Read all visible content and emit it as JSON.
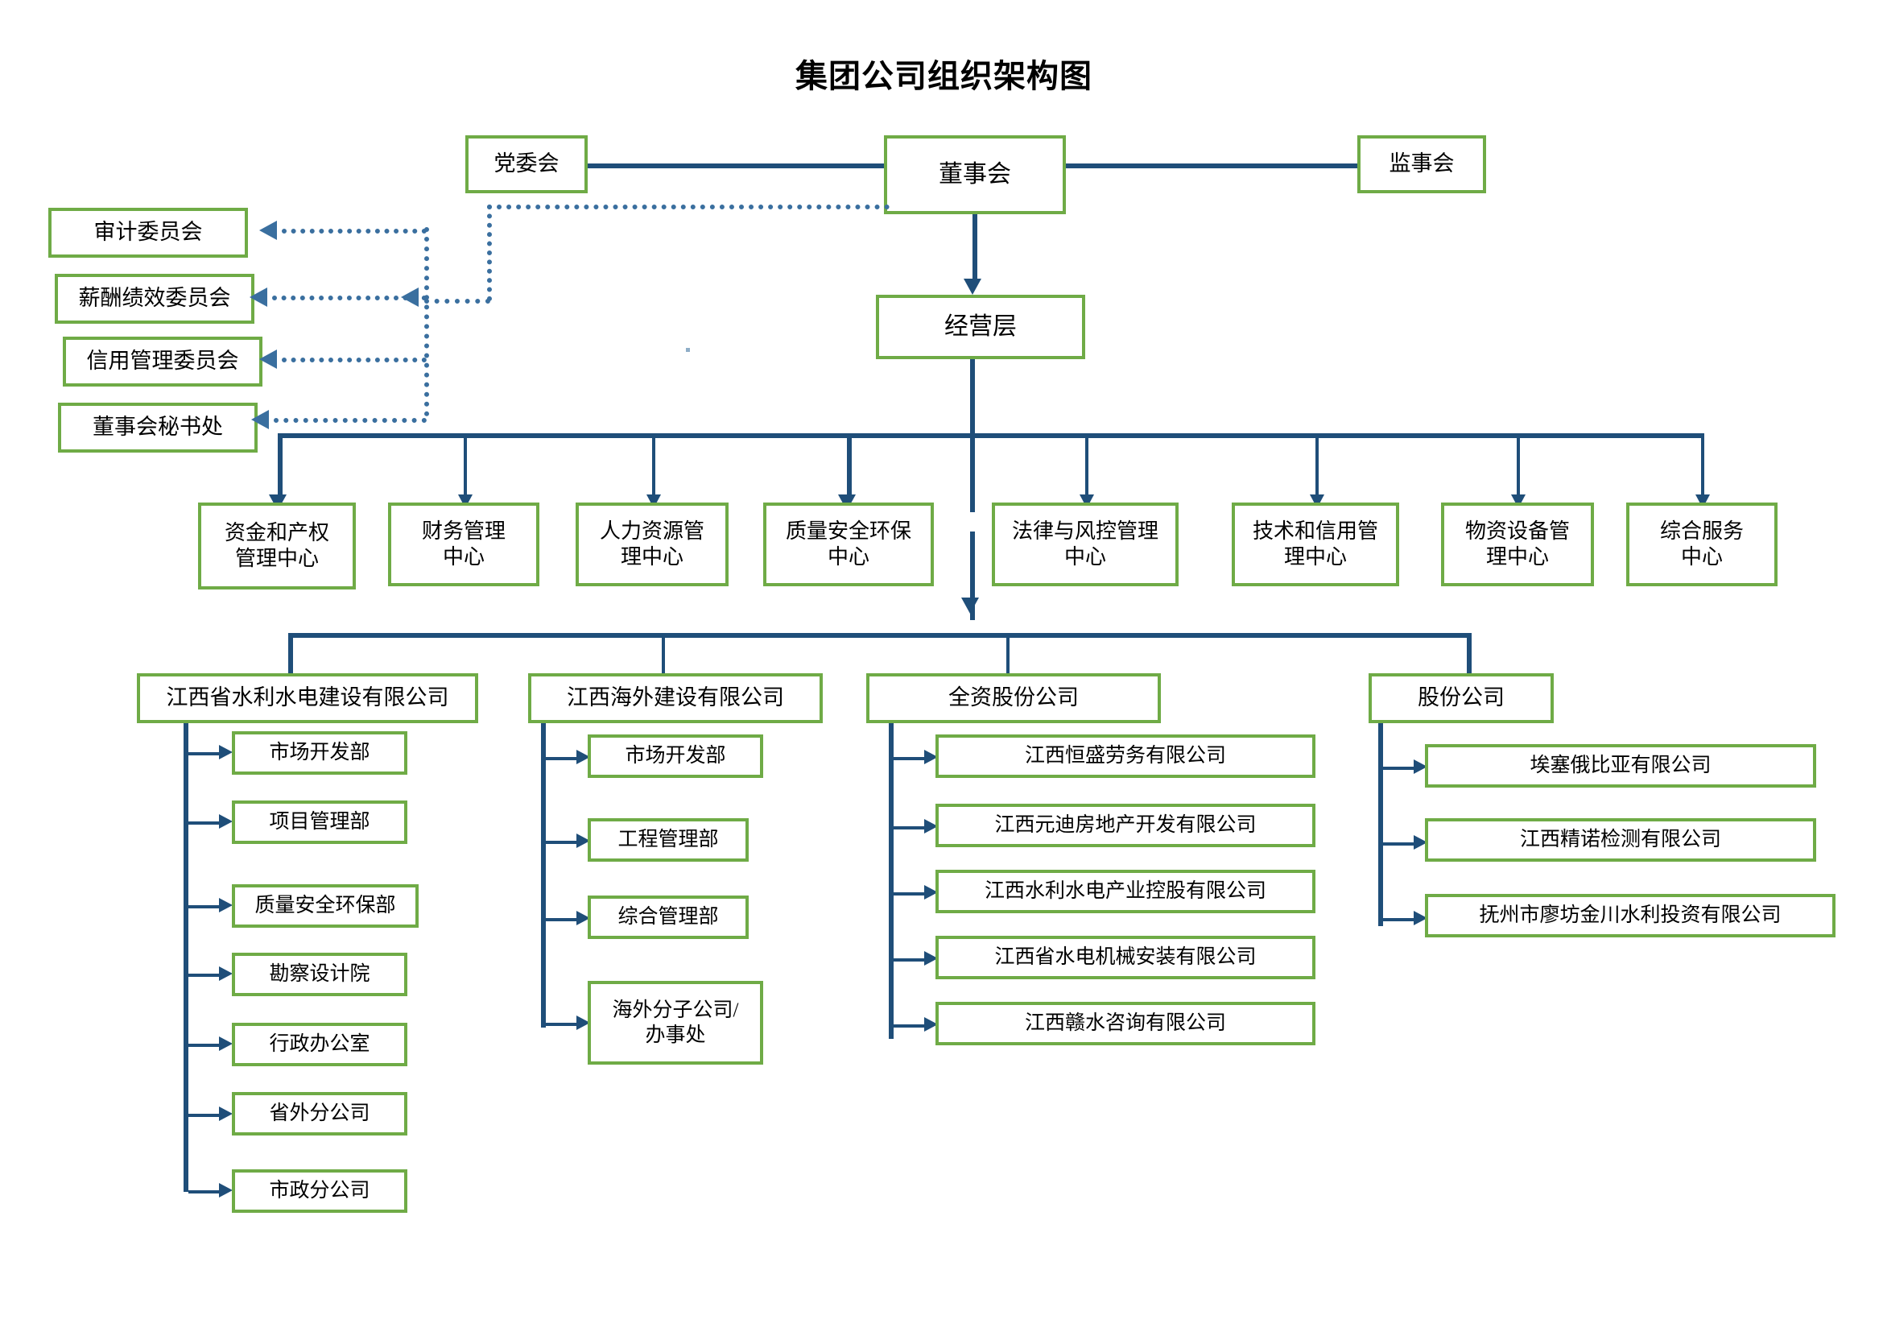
{
  "title": "集团公司组织架构图",
  "colors": {
    "node_border": "#6FAB46",
    "connector": "#1F4E79",
    "dotted_connector": "#3A6F9F",
    "node_fill": "#FFFFFF",
    "text": "#000000"
  },
  "chart_data": {
    "type": "diagram",
    "subtype": "organizational-chart",
    "title": "集团公司组织架构图"
  },
  "top_level": {
    "party_committee": "党委会",
    "board_of_directors": "董事会",
    "board_of_supervisors": "监事会",
    "management": "经营层"
  },
  "committees": [
    {
      "label": "审计委员会"
    },
    {
      "label": "薪酬绩效委员会"
    },
    {
      "label": "信用管理委员会"
    },
    {
      "label": "董事会秘书处"
    }
  ],
  "centers": [
    {
      "line1": "资金和产权",
      "line2": "管理中心"
    },
    {
      "line1": "财务管理",
      "line2": "中心"
    },
    {
      "line1": "人力资源管",
      "line2": "理中心"
    },
    {
      "line1": "质量安全环保",
      "line2": "中心"
    },
    {
      "line1": "法律与风控管理",
      "line2": "中心"
    },
    {
      "line1": "技术和信用管",
      "line2": "理中心"
    },
    {
      "line1": "物资设备管",
      "line2": "理中心"
    },
    {
      "line1": "综合服务",
      "line2": "中心"
    }
  ],
  "subsidiaries": [
    {
      "name": "江西省水利水电建设有限公司",
      "children": [
        {
          "label": "市场开发部"
        },
        {
          "label": "项目管理部"
        },
        {
          "label": "质量安全环保部"
        },
        {
          "label": "勘察设计院"
        },
        {
          "label": "行政办公室"
        },
        {
          "label": "省外分公司"
        },
        {
          "label": "市政分公司"
        }
      ]
    },
    {
      "name": "江西海外建设有限公司",
      "children": [
        {
          "label": "市场开发部"
        },
        {
          "label": "工程管理部"
        },
        {
          "label": "综合管理部"
        },
        {
          "line1": "海外分子公司/",
          "line2": "办事处"
        }
      ]
    },
    {
      "name": "全资股份公司",
      "children": [
        {
          "label": "江西恒盛劳务有限公司"
        },
        {
          "label": "江西元迪房地产开发有限公司"
        },
        {
          "label": "江西水利水电产业控股有限公司"
        },
        {
          "label": "江西省水电机械安装有限公司"
        },
        {
          "label": "江西赣水咨询有限公司"
        }
      ]
    },
    {
      "name": "股份公司",
      "children": [
        {
          "label": "埃塞俄比亚有限公司"
        },
        {
          "label": "江西精诺检测有限公司"
        },
        {
          "label": "抚州市廖坊金川水利投资有限公司"
        }
      ]
    }
  ]
}
